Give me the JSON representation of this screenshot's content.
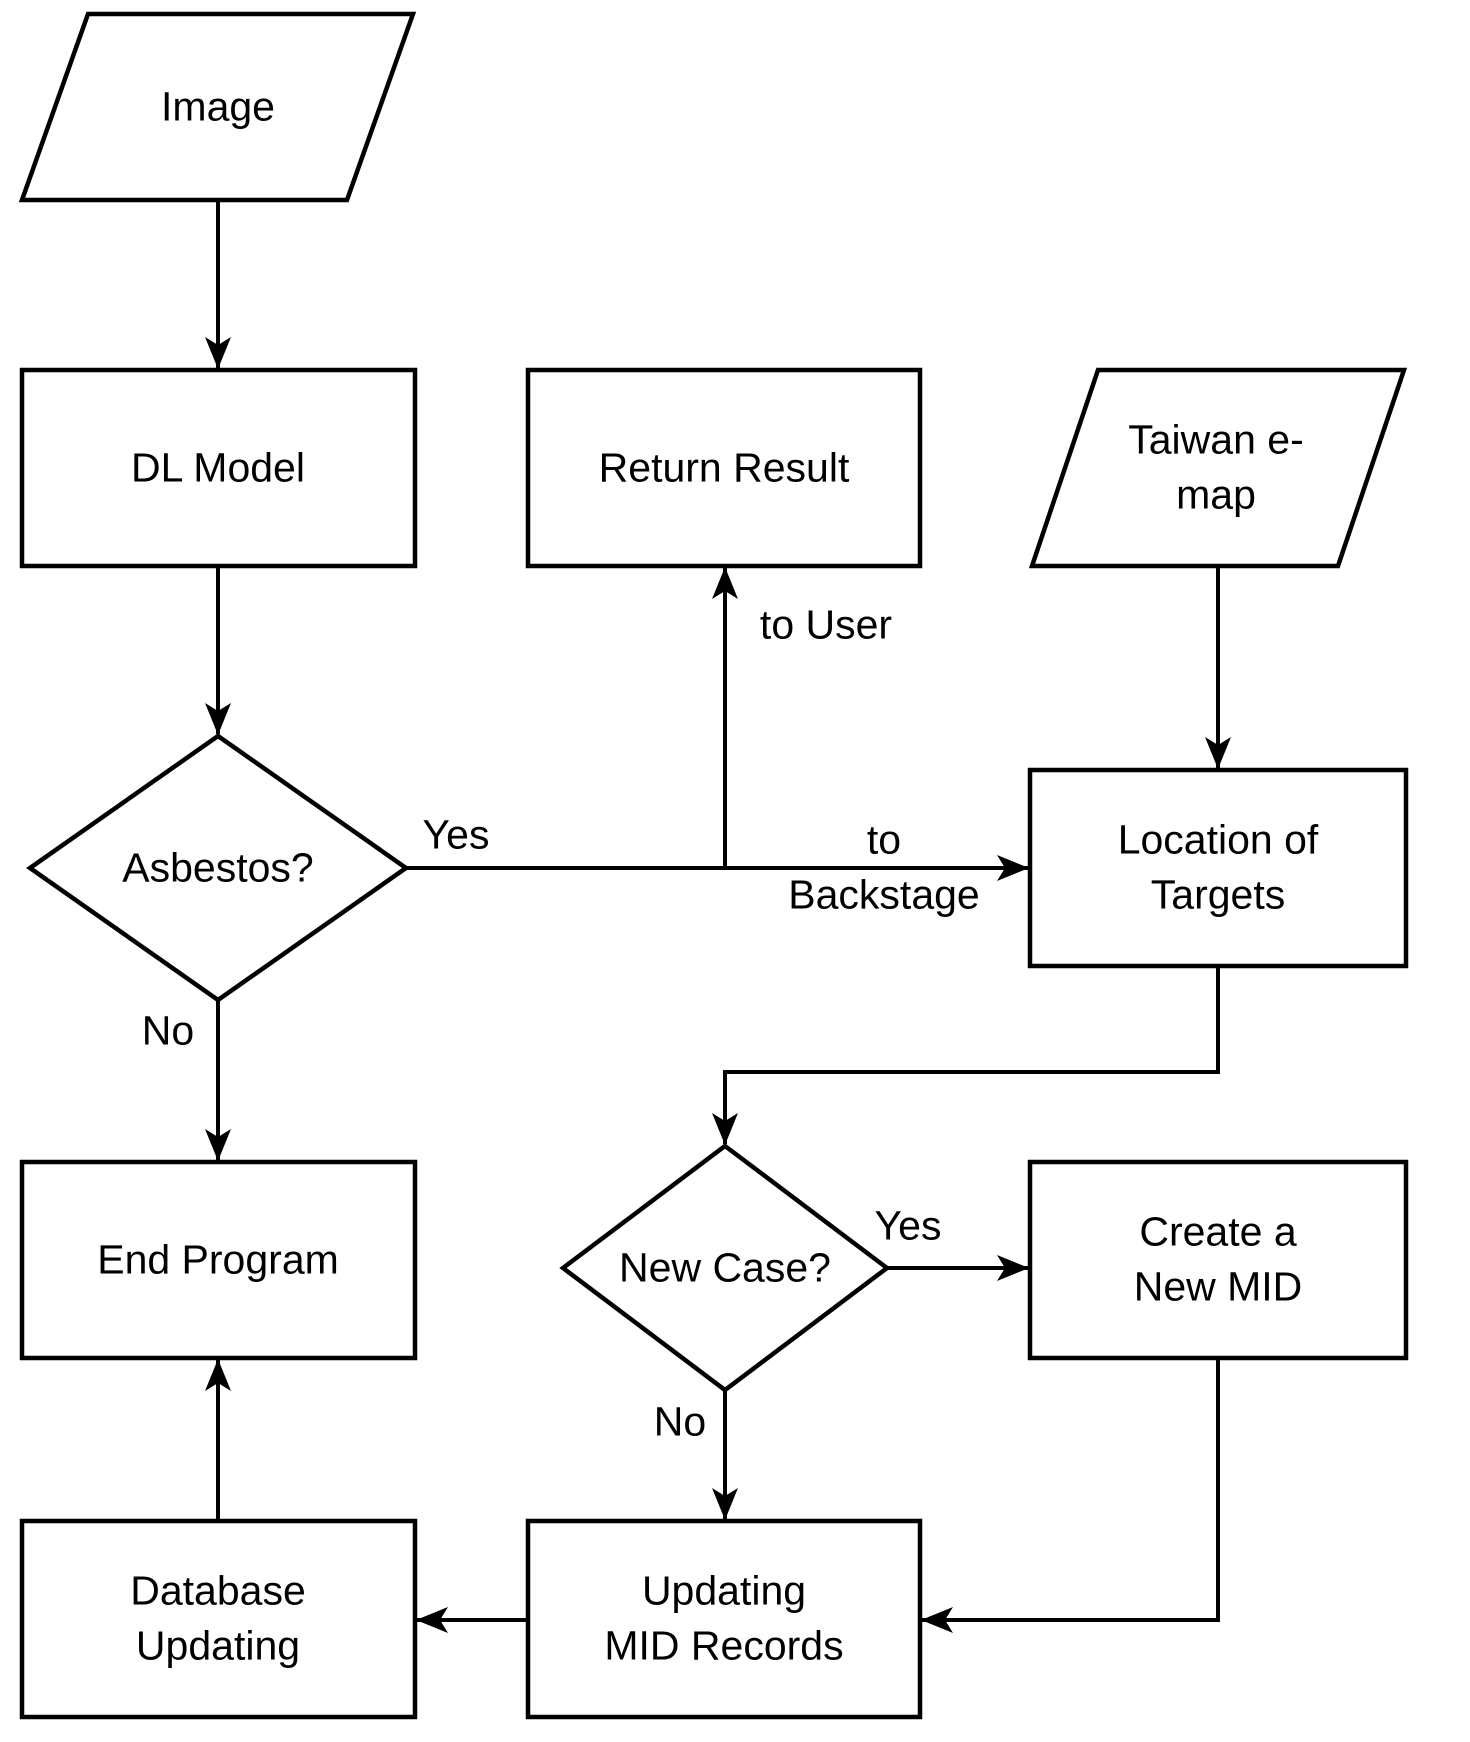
{
  "diagram": {
    "type": "flowchart",
    "colors": {
      "stroke": "#000000",
      "text": "#000000",
      "background": "#ffffff"
    },
    "nodes": {
      "image": {
        "shape": "parallelogram",
        "label": "Image"
      },
      "dl_model": {
        "shape": "rectangle",
        "label": "DL Model"
      },
      "return_result": {
        "shape": "rectangle",
        "label": "Return Result"
      },
      "taiwan_emap": {
        "shape": "parallelogram",
        "label": "Taiwan e-map"
      },
      "asbestos": {
        "shape": "diamond",
        "label": "Asbestos?"
      },
      "location_of_targets": {
        "shape": "rectangle",
        "label": "Location of\nTargets"
      },
      "end_program": {
        "shape": "rectangle",
        "label": "End Program"
      },
      "new_case": {
        "shape": "diamond",
        "label": "New Case?"
      },
      "create_new_mid": {
        "shape": "rectangle",
        "label": "Create a\nNew MID"
      },
      "database_updating": {
        "shape": "rectangle",
        "label": "Database\nUpdating"
      },
      "updating_mid_records": {
        "shape": "rectangle",
        "label": "Updating\nMID Records"
      }
    },
    "edges": {
      "image_to_dl_model": {
        "from": "Image",
        "to": "DL Model",
        "labels": []
      },
      "dl_model_to_asbestos": {
        "from": "DL Model",
        "to": "Asbestos?",
        "labels": []
      },
      "asbestos_yes_to_location": {
        "from": "Asbestos?",
        "to": "Location of Targets",
        "labels": [
          "Yes",
          "to\nBackstage"
        ]
      },
      "branch_to_return_result": {
        "from": "Asbestos? (Yes)",
        "to": "Return Result",
        "labels": [
          "to User"
        ]
      },
      "taiwan_emap_to_location": {
        "from": "Taiwan e-map",
        "to": "Location of Targets",
        "labels": []
      },
      "asbestos_no_to_end_program": {
        "from": "Asbestos?",
        "to": "End Program",
        "labels": [
          "No"
        ]
      },
      "location_to_new_case": {
        "from": "Location of Targets",
        "to": "New Case?",
        "labels": []
      },
      "new_case_yes_to_create": {
        "from": "New Case?",
        "to": "Create a New MID",
        "labels": [
          "Yes"
        ]
      },
      "new_case_no_to_updating": {
        "from": "New Case?",
        "to": "Updating MID Records",
        "labels": [
          "No"
        ]
      },
      "create_to_updating": {
        "from": "Create a New MID",
        "to": "Updating MID Records",
        "labels": []
      },
      "updating_to_database": {
        "from": "Updating MID Records",
        "to": "Database Updating",
        "labels": []
      },
      "database_to_end_program": {
        "from": "Database Updating",
        "to": "End Program",
        "labels": []
      }
    }
  }
}
